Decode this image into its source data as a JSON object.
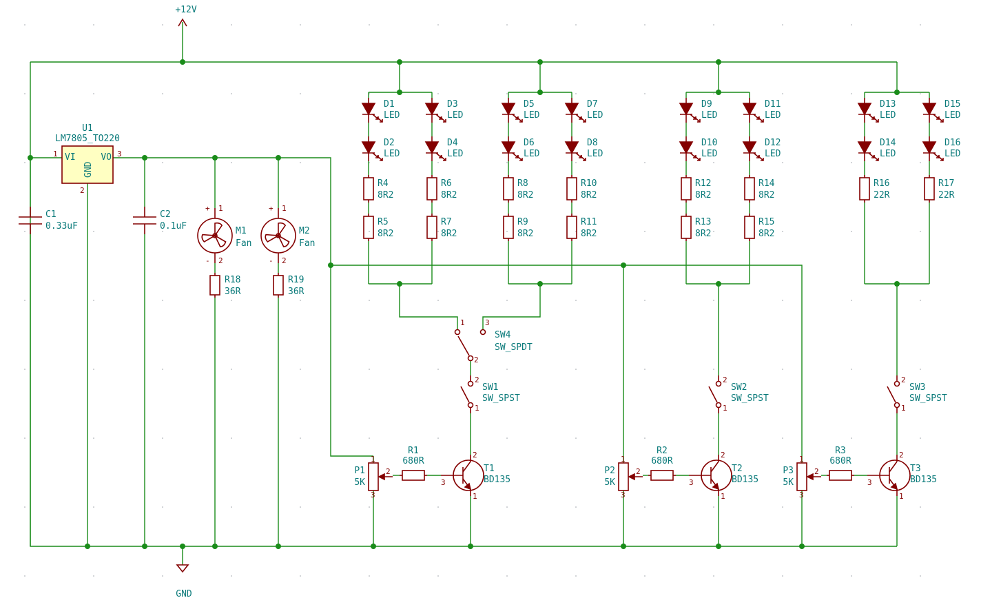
{
  "nets": {
    "vcc": "+12V",
    "gnd": "GND"
  },
  "regulator": {
    "ref": "U1",
    "value": "LM7805_TO220",
    "pin_vi": "VI",
    "pin_vo": "VO",
    "pin_gnd": "GND",
    "pin1": "1",
    "pin2": "2",
    "pin3": "3"
  },
  "capacitors": [
    {
      "ref": "C1",
      "value": "0.33uF"
    },
    {
      "ref": "C2",
      "value": "0.1uF"
    }
  ],
  "fans": [
    {
      "ref": "M1",
      "value": "Fan",
      "plus": "+",
      "minus": "-",
      "pin1": "1",
      "pin2": "2"
    },
    {
      "ref": "M2",
      "value": "Fan",
      "plus": "+",
      "minus": "-",
      "pin1": "1",
      "pin2": "2"
    }
  ],
  "fan_resistors": [
    {
      "ref": "R18",
      "value": "36R"
    },
    {
      "ref": "R19",
      "value": "36R"
    }
  ],
  "leds": [
    {
      "ref": "D1",
      "value": "LED"
    },
    {
      "ref": "D2",
      "value": "LED"
    },
    {
      "ref": "D3",
      "value": "LED"
    },
    {
      "ref": "D4",
      "value": "LED"
    },
    {
      "ref": "D5",
      "value": "LED"
    },
    {
      "ref": "D6",
      "value": "LED"
    },
    {
      "ref": "D7",
      "value": "LED"
    },
    {
      "ref": "D8",
      "value": "LED"
    },
    {
      "ref": "D9",
      "value": "LED"
    },
    {
      "ref": "D10",
      "value": "LED"
    },
    {
      "ref": "D11",
      "value": "LED"
    },
    {
      "ref": "D12",
      "value": "LED"
    },
    {
      "ref": "D13",
      "value": "LED"
    },
    {
      "ref": "D14",
      "value": "LED"
    },
    {
      "ref": "D15",
      "value": "LED"
    },
    {
      "ref": "D16",
      "value": "LED"
    }
  ],
  "led_resistors": [
    {
      "ref": "R4",
      "value": "8R2"
    },
    {
      "ref": "R5",
      "value": "8R2"
    },
    {
      "ref": "R6",
      "value": "8R2"
    },
    {
      "ref": "R7",
      "value": "8R2"
    },
    {
      "ref": "R8",
      "value": "8R2"
    },
    {
      "ref": "R9",
      "value": "8R2"
    },
    {
      "ref": "R10",
      "value": "8R2"
    },
    {
      "ref": "R11",
      "value": "8R2"
    },
    {
      "ref": "R12",
      "value": "8R2"
    },
    {
      "ref": "R13",
      "value": "8R2"
    },
    {
      "ref": "R14",
      "value": "8R2"
    },
    {
      "ref": "R15",
      "value": "8R2"
    },
    {
      "ref": "R16",
      "value": "22R"
    },
    {
      "ref": "R17",
      "value": "22R"
    }
  ],
  "switches": [
    {
      "ref": "SW4",
      "value": "SW_SPDT",
      "pin1": "1",
      "pin2": "2",
      "pin3": "3"
    },
    {
      "ref": "SW1",
      "value": "SW_SPST",
      "pin1": "1",
      "pin2": "2"
    },
    {
      "ref": "SW2",
      "value": "SW_SPST",
      "pin1": "1",
      "pin2": "2"
    },
    {
      "ref": "SW3",
      "value": "SW_SPST",
      "pin1": "1",
      "pin2": "2"
    }
  ],
  "pots": [
    {
      "ref": "P1",
      "value": "5K"
    },
    {
      "ref": "P2",
      "value": "5K"
    },
    {
      "ref": "P3",
      "value": "5K"
    }
  ],
  "base_resistors": [
    {
      "ref": "R1",
      "value": "680R"
    },
    {
      "ref": "R2",
      "value": "680R"
    },
    {
      "ref": "R3",
      "value": "680R"
    }
  ],
  "transistors": [
    {
      "ref": "T1",
      "value": "BD135"
    },
    {
      "ref": "T2",
      "value": "BD135"
    },
    {
      "ref": "T3",
      "value": "BD135"
    }
  ],
  "pin_numbers": {
    "p1": "1",
    "p2": "2",
    "p3": "3"
  }
}
